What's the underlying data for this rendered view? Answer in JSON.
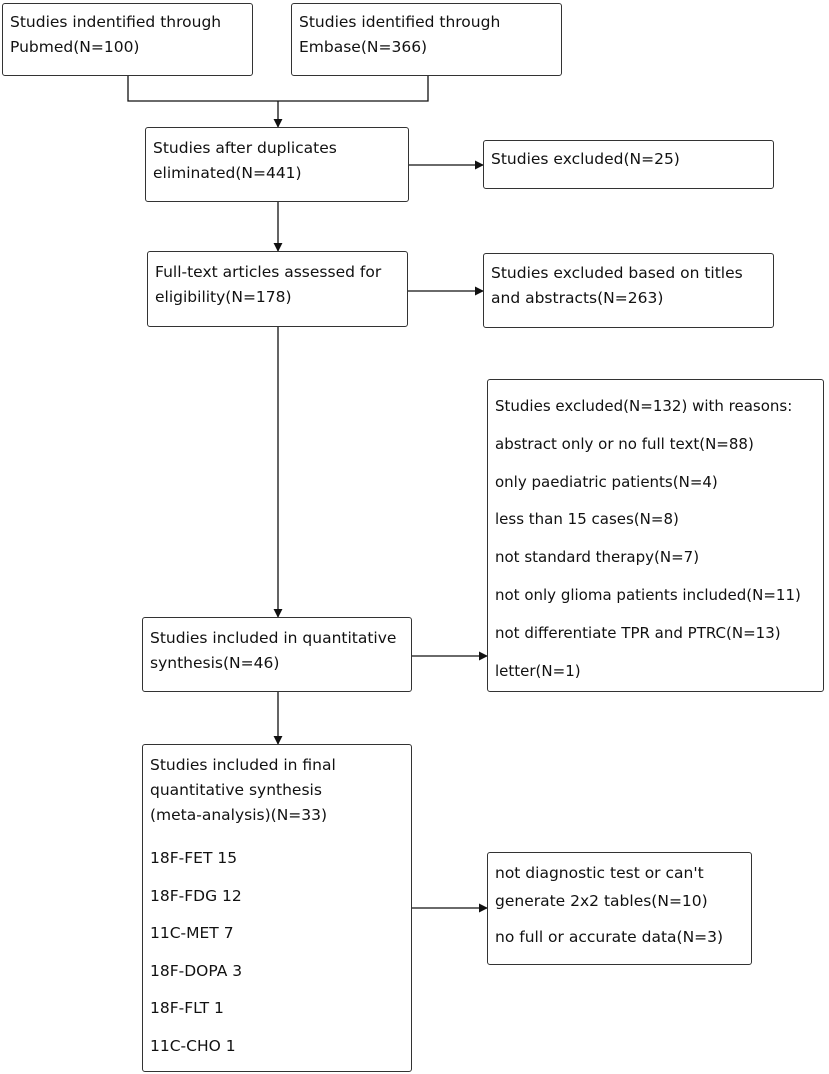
{
  "boxes": {
    "pubmed": [
      "Studies indentified through",
      "Pubmed(N=100)"
    ],
    "embase": [
      "Studies identified through",
      "Embase(N=366)"
    ],
    "duplicates": [
      "Studies after duplicates",
      "eliminated(N=441)"
    ],
    "excluded1": [
      "Studies excluded(N=25)"
    ],
    "fulltext": [
      "Full-text articles assessed for",
      "eligibility(N=178)"
    ],
    "excluded2": [
      "Studies excluded based on titles",
      "and abstracts(N=263)"
    ],
    "reasons": [
      "Studies excluded(N=132) with reasons:",
      "abstract only or no full text(N=88)",
      "only paediatric patients(N=4)",
      "less than 15 cases(N=8)",
      "not standard therapy(N=7)",
      "not only glioma patients included(N=11)",
      "not differentiate TPR and PTRC(N=13)",
      "letter(N=1)"
    ],
    "quantitative": [
      "Studies included in quantitative",
      "synthesis(N=46)"
    ],
    "final_header": [
      "Studies included in final",
      "quantitative synthesis",
      "(meta-analysis)(N=33)"
    ],
    "final_items": [
      "18F-FET 15",
      "18F-FDG 12",
      "11C-MET 7",
      "18F-DOPA 3",
      "18F-FLT 1",
      "11C-CHO 1"
    ],
    "excluded3": [
      "not diagnostic test or can't",
      "generate 2x2 tables(N=10)",
      "no full or accurate data(N=3)"
    ]
  }
}
